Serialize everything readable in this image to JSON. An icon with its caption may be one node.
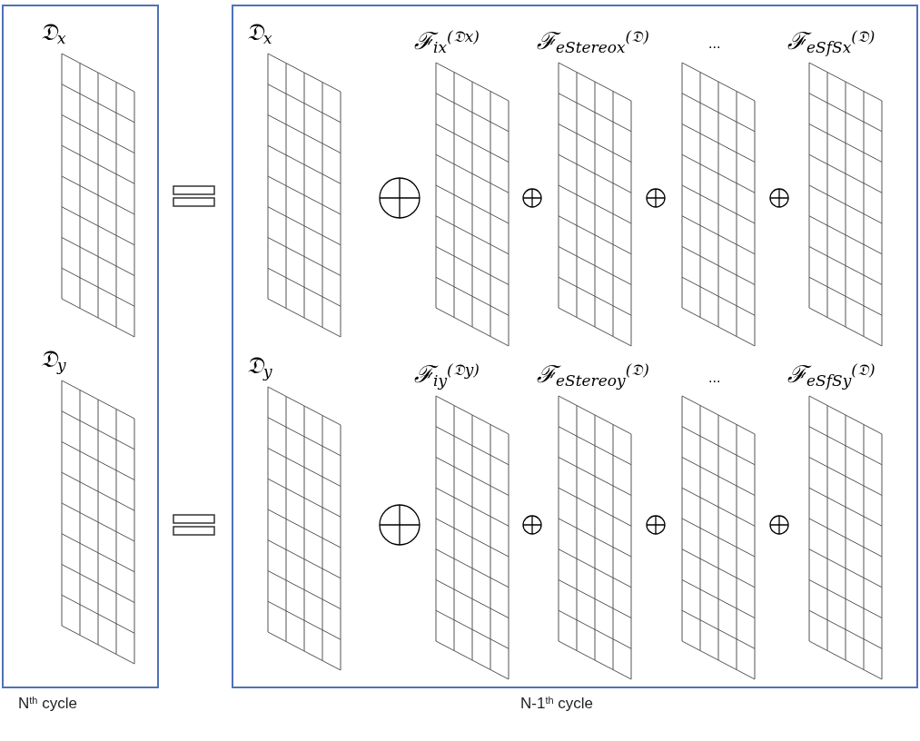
{
  "diagram": {
    "nodes": [
      {
        "text": [],
        "shape": "box",
        "beside": [
          "N$^{th}$ cycle"
        ]
      },
      {
        "text": [
          "𝔇$_{x}$"
        ],
        "in": 0
      },
      {
        "text": [
          "𝔇$_{y}$"
        ],
        "in": 0
      },
      {
        "text": [],
        "shape": "box",
        "beside": [
          "N-1$^{th}$ cycle"
        ]
      },
      {
        "text": [
          "𝔇$_{x}$"
        ],
        "in": 3
      },
      {
        "text": [
          "ℱ$_{ix}$$^{(𝔇x)}$"
        ],
        "in": 3
      },
      {
        "text": [
          "ℱ$_{eStereox}$$^{(𝔇)}$"
        ],
        "in": 3
      },
      {
        "text": [],
        "shape": "picture",
        "in": 3
      },
      {
        "text": [
          "ℱ$_{eSfSx}$$^{(𝔇)}$"
        ],
        "in": 3
      },
      {
        "text": [
          "𝔇$_{y}$"
        ],
        "in": 3
      },
      {
        "text": [
          "ℱ$_{iy}$$^{(𝔇y)}$"
        ],
        "in": 3
      },
      {
        "text": [
          "ℱ$_{eStereoy}$$^{(𝔇)}$"
        ],
        "in": 3
      },
      {
        "text": [],
        "shape": "picture",
        "in": 3
      },
      {
        "text": [
          "ℱ$_{eSfSy}$$^{(𝔇)}$"
        ],
        "in": 3
      }
    ],
    "edges": [],
    "labels": [
      "...",
      "..."
    ]
  }
}
